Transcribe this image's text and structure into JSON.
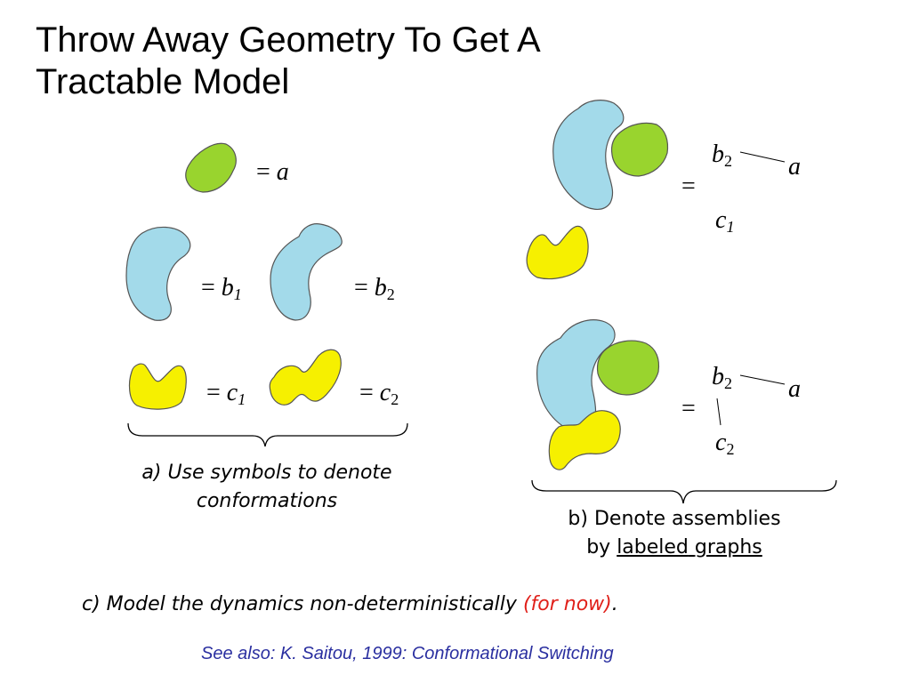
{
  "slide": {
    "title_line1": "Throw Away Geometry To Get A",
    "title_line2": "Tractable Model"
  },
  "legend": {
    "equals": "=",
    "a_symbol": "a",
    "b_symbol": "b",
    "c_symbol": "c",
    "sub_1": "1",
    "sub_2": "2"
  },
  "captions": {
    "a_line1": "a) Use symbols to denote",
    "a_line2": "conformations",
    "b_line1": "b) Denote assemblies",
    "b_line2_prefix": "by ",
    "b_line2_word1": "labeled",
    "b_line2_space": " ",
    "b_line2_word2": "graphs",
    "c_main": "c) Model the dynamics non-deterministically ",
    "c_red": "(for now)",
    "c_period": ".",
    "see_also": "See also: K. Saitou, 1999: Conformational Switching"
  },
  "graph1": {
    "b": "b",
    "b_sub": "2",
    "a": "a",
    "c": "c",
    "c_sub": "1",
    "equals": "="
  },
  "graph2": {
    "b": "b",
    "b_sub": "2",
    "a": "a",
    "c": "c",
    "c_sub": "2",
    "equals": "="
  },
  "colors": {
    "green": "#99d42e",
    "blue": "#a3daea",
    "yellow": "#f6f000",
    "red": "#e0201a",
    "link_blue": "#2a2fa0"
  }
}
